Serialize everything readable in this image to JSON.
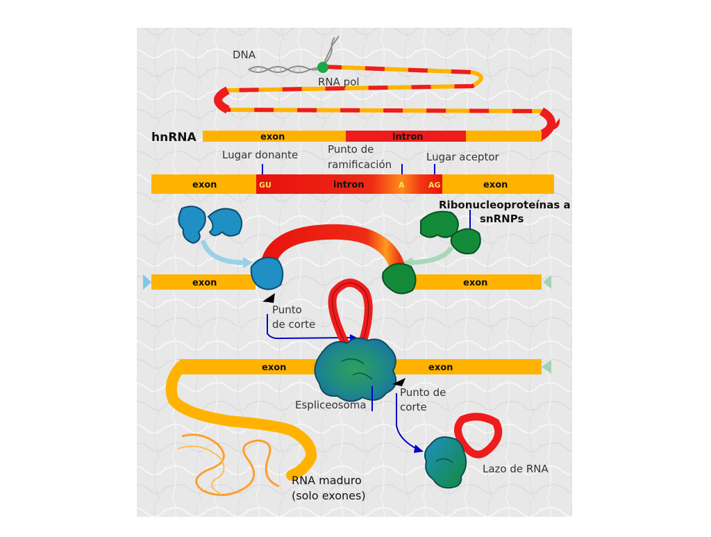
{
  "labels": {
    "dna": "DNA",
    "rna_pol": "RNA pol",
    "hnrna": "hnRNA",
    "exon": "exon",
    "intron": "intron",
    "lugar_donante": "Lugar donante",
    "punto_ramificacion_1": "Punto de",
    "punto_ramificacion_2": "ramificación",
    "lugar_aceptor": "Lugar aceptor",
    "gu": "GU",
    "a": "A",
    "ag": "AG",
    "ribo_1": "Ribonucleoproteínas a",
    "ribo_2": "snRNPs",
    "punto_corte_1_a": "Punto",
    "punto_corte_1_b": "de corte",
    "punto_corte_2_a": "Punto de",
    "punto_corte_2_b": "corte",
    "espliceosoma": "Espliceosoma",
    "lazo": "Lazo de RNA",
    "rna_maduro_1": "RNA maduro",
    "rna_maduro_2": "(solo exones)"
  },
  "colors": {
    "exon": "#ffb300",
    "intron": "#ee1c1c",
    "snrnp_blue": "#1f8fc4",
    "snrnp_green": "#138a3a",
    "pointer": "#0000cc",
    "background": "#e9e9e9"
  }
}
